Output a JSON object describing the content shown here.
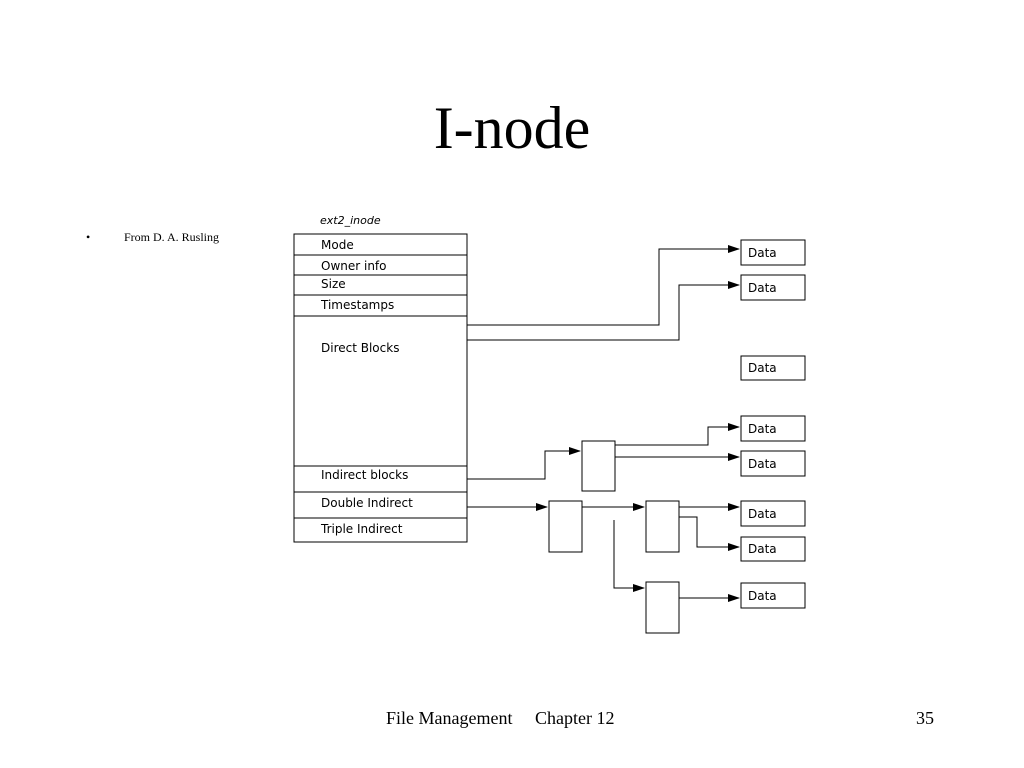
{
  "slide": {
    "title": "I-node",
    "bullets": [
      {
        "text": "From D. A. Rusling"
      }
    ]
  },
  "diagram": {
    "struct_label": "ext2_inode",
    "fields": [
      "Mode",
      "Owner info",
      "Size",
      "Timestamps",
      "Direct Blocks",
      "Indirect blocks",
      "Double Indirect",
      "Triple Indirect"
    ],
    "data_label": "Data"
  },
  "footer": {
    "chapter": "File Management     Chapter 12",
    "page_number": "35"
  }
}
